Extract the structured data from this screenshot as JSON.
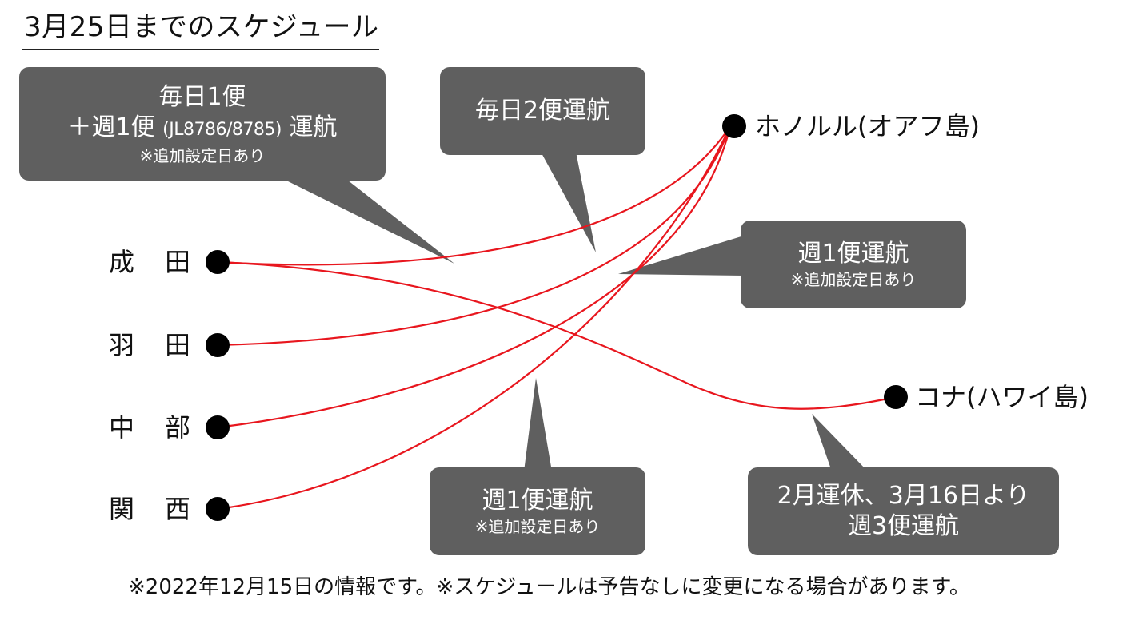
{
  "title": "3月25日までのスケジュール",
  "origins": [
    {
      "c1": "成",
      "c2": "田"
    },
    {
      "c1": "羽",
      "c2": "田"
    },
    {
      "c1": "中",
      "c2": "部"
    },
    {
      "c1": "関",
      "c2": "西"
    }
  ],
  "destinations": {
    "honolulu": "ホノルル(オアフ島)",
    "kona": "コナ(ハワイ島)"
  },
  "callouts": {
    "narita": {
      "line1": "毎日1便",
      "line2_prefix": "＋週1便",
      "line2_flight": "(JL8786/8785)",
      "line2_suffix": "運航",
      "note": "※追加設定日あり"
    },
    "haneda": {
      "line1": "毎日2便運航"
    },
    "chubu": {
      "line1": "週1便運航",
      "note": "※追加設定日あり"
    },
    "kansai": {
      "line1": "週1便運航",
      "note": "※追加設定日あり"
    },
    "kona": {
      "line1": "2月運休、3月16日より",
      "line2": "週3便運航"
    }
  },
  "footnote": "※2022年12月15日の情報です。※スケジュールは予告なしに変更になる場合があります。",
  "colors": {
    "route": "#e8161e",
    "callout": "#5f5f5f",
    "dot": "#000000"
  }
}
